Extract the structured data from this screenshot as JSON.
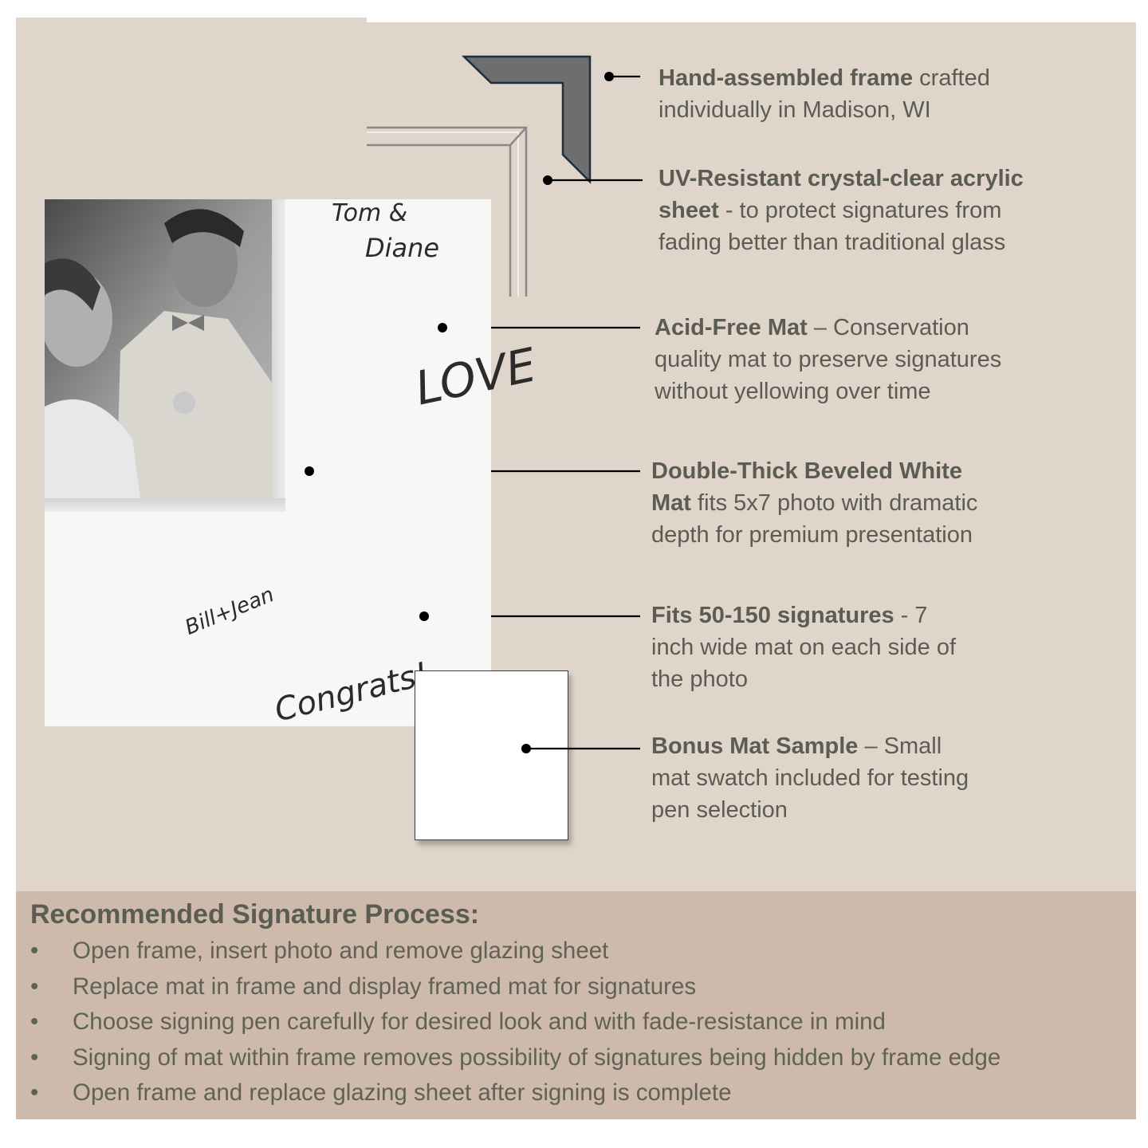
{
  "features": [
    {
      "bold": "Hand-assembled frame",
      "rest_first": " crafted",
      "lines_more": [
        "individually in Madison, WI"
      ]
    },
    {
      "bold": "UV-Resistant crystal-clear acrylic",
      "bold2": "sheet",
      "rest_first": " - to protect signatures from",
      "lines_more": [
        "fading better than traditional glass"
      ]
    },
    {
      "bold": "Acid-Free Mat",
      "rest_first": " – Conservation",
      "lines_more": [
        "quality mat to preserve signatures",
        "without yellowing over time"
      ]
    },
    {
      "bold": "Double-Thick Beveled White",
      "bold2": "Mat",
      "rest_first": " fits 5x7 photo with dramatic",
      "lines_more": [
        "depth for premium presentation"
      ]
    },
    {
      "bold": "Fits 50-150 signatures",
      "rest_first": " - 7",
      "lines_more": [
        "inch  wide mat on each side of",
        "the photo"
      ]
    },
    {
      "bold": "Bonus Mat Sample",
      "rest_first": " – Small",
      "lines_more": [
        "mat swatch included for testing",
        "pen selection"
      ]
    }
  ],
  "signatures": [
    "Tom &",
    "Diane",
    "LOVE",
    "Bill+Jean",
    "Congrats!"
  ],
  "process": {
    "title": "Recommended Signature Process:",
    "bullet": "•",
    "steps": [
      "Open frame, insert photo and remove glazing sheet",
      "Replace mat in frame and display framed mat for signatures",
      "Choose signing pen carefully for desired look and with fade-resistance in mind",
      "Signing of mat within frame removes possibility of signatures being hidden by frame edge",
      "Open frame and replace glazing sheet after signing is complete"
    ]
  },
  "colors": {
    "panel": "#e0d5ca",
    "process_panel": "#cdbaaa",
    "text": "#5b5c52",
    "frame": "#6e6e6e"
  }
}
